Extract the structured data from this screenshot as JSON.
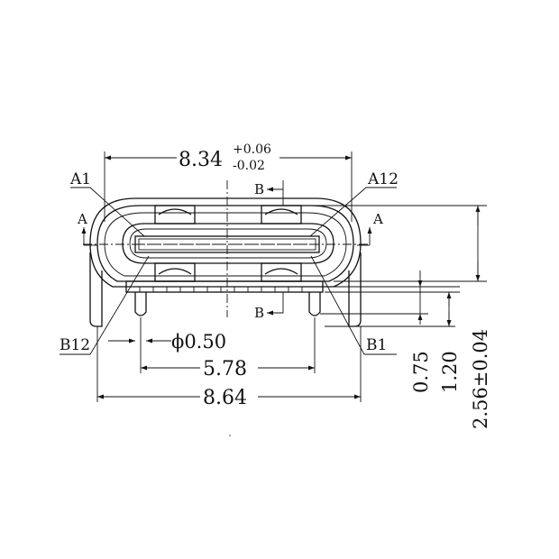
{
  "dimensions": {
    "width_nominal": "8.34",
    "width_tol_plus": "+0.06",
    "width_tol_minus": "-0.02",
    "pin_diameter": "ϕ0.50",
    "pin_spacing": "5.78",
    "overall_width": "8.64",
    "height_075": "0.75",
    "height_120": "1.20",
    "height_256": "2.56±0.04"
  },
  "labels": {
    "a1": "A1",
    "a12": "A12",
    "b1": "B1",
    "b12": "B12",
    "section_a_left": "A",
    "section_a_right": "A",
    "section_b_top": "B",
    "section_b_bottom": "B"
  }
}
